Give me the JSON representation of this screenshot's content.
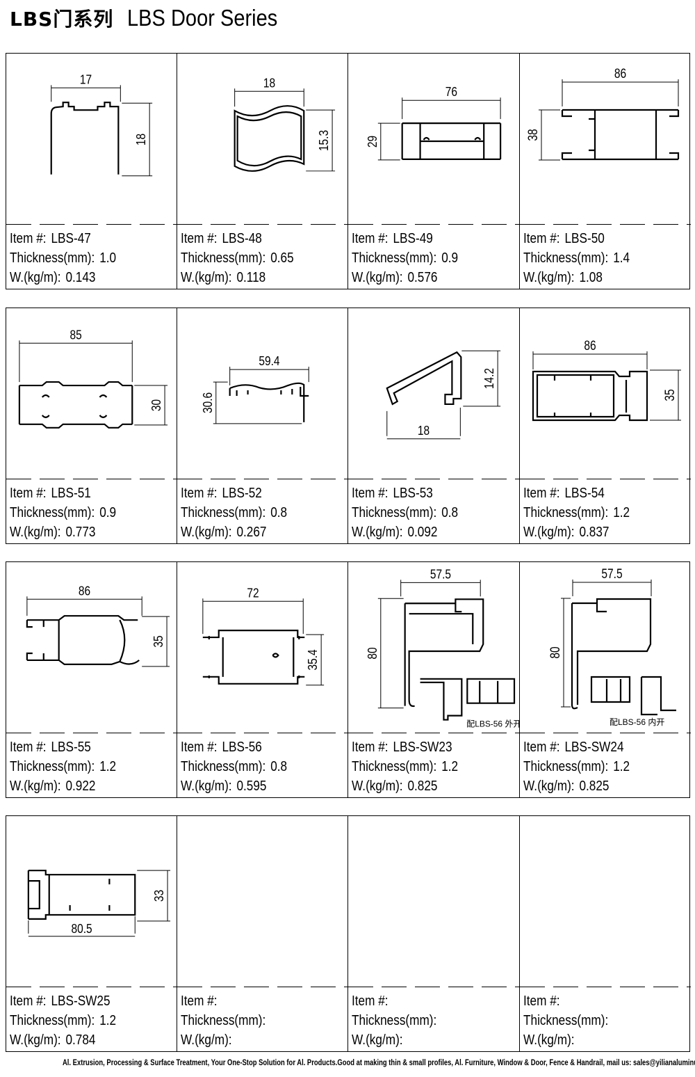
{
  "title": {
    "cn": "LBS门系列",
    "en": "LBS Door Series"
  },
  "labels": {
    "item": "Item #:",
    "thickness": "Thickness(mm):",
    "weight": "W.(kg/m):"
  },
  "items": [
    {
      "item": "LBS-47",
      "thickness": "1.0",
      "weight": "0.143",
      "dims": [
        "17",
        "18"
      ]
    },
    {
      "item": "LBS-48",
      "thickness": "0.65",
      "weight": "0.118",
      "dims": [
        "18",
        "15.3"
      ]
    },
    {
      "item": "LBS-49",
      "thickness": "0.9",
      "weight": "0.576",
      "dims": [
        "76",
        "29"
      ]
    },
    {
      "item": "LBS-50",
      "thickness": "1.4",
      "weight": "1.08",
      "dims": [
        "86",
        "38"
      ]
    },
    {
      "item": "LBS-51",
      "thickness": "0.9",
      "weight": "0.773",
      "dims": [
        "85",
        "30"
      ]
    },
    {
      "item": "LBS-52",
      "thickness": "0.8",
      "weight": "0.267",
      "dims": [
        "59.4",
        "30.6"
      ]
    },
    {
      "item": "LBS-53",
      "thickness": "0.8",
      "weight": "0.092",
      "dims": [
        "18",
        "14.2"
      ]
    },
    {
      "item": "LBS-54",
      "thickness": "1.2",
      "weight": "0.837",
      "dims": [
        "86",
        "35"
      ]
    },
    {
      "item": "LBS-55",
      "thickness": "1.2",
      "weight": "0.922",
      "dims": [
        "86",
        "35"
      ]
    },
    {
      "item": "LBS-56",
      "thickness": "0.8",
      "weight": "0.595",
      "dims": [
        "72",
        "35.4"
      ]
    },
    {
      "item": "LBS-SW23",
      "thickness": "1.2",
      "weight": "0.825",
      "dims": [
        "57.5",
        "80"
      ],
      "note": "配LBS-56 外开"
    },
    {
      "item": "LBS-SW24",
      "thickness": "1.2",
      "weight": "0.825",
      "dims": [
        "57.5",
        "80"
      ],
      "note": "配LBS-56 内开"
    },
    {
      "item": "LBS-SW25",
      "thickness": "1.2",
      "weight": "0.784",
      "dims": [
        "80.5",
        "33"
      ]
    },
    {
      "item": "",
      "thickness": "",
      "weight": ""
    },
    {
      "item": "",
      "thickness": "",
      "weight": ""
    },
    {
      "item": "",
      "thickness": "",
      "weight": ""
    }
  ],
  "footer": "Al. Extrusion, Processing & Surface Treatment, Your One-Stop Solution for Al. Products.Good at making thin & small profiles, Al. Furniture, Window & Door, Fence & Handrail, mail us: sales@yilianaluminum.com"
}
